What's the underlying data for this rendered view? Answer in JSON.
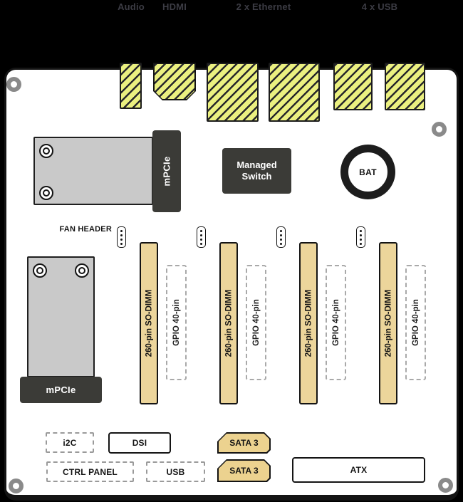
{
  "title_labels": {
    "audio": "Audio",
    "hdmi": "HDMI",
    "ethernet": "2 x Ethernet",
    "usb": "4 x USB"
  },
  "components": {
    "mpcie_top": "mPCIe",
    "mpcie_left": "mPCIe",
    "managed_switch": "Managed Switch",
    "battery": "BAT",
    "fan_header_label": "FAN HEADER",
    "sodimm": "260-pin SO-DIMM",
    "gpio": "GPIO 40-pin"
  },
  "bottom_connectors": {
    "i2c": "i2C",
    "dsi": "DSI",
    "sata_top": "SATA 3",
    "sata_bottom": "SATA 3",
    "ctrl_panel": "CTRL PANEL",
    "usb": "USB",
    "atx": "ATX"
  },
  "colors": {
    "background": "#000000",
    "board": "#ffffff",
    "hatch_fill": "#ebf080",
    "hatch_stripe": "#26262b",
    "sodimm_fill": "#ecd59b",
    "sata_fill": "#ecd28f",
    "dark_module": "#3b3b37",
    "card_gray": "#c9c9c9",
    "hole_gray": "#8a8a8a",
    "top_label_text": "#3c3c44"
  }
}
